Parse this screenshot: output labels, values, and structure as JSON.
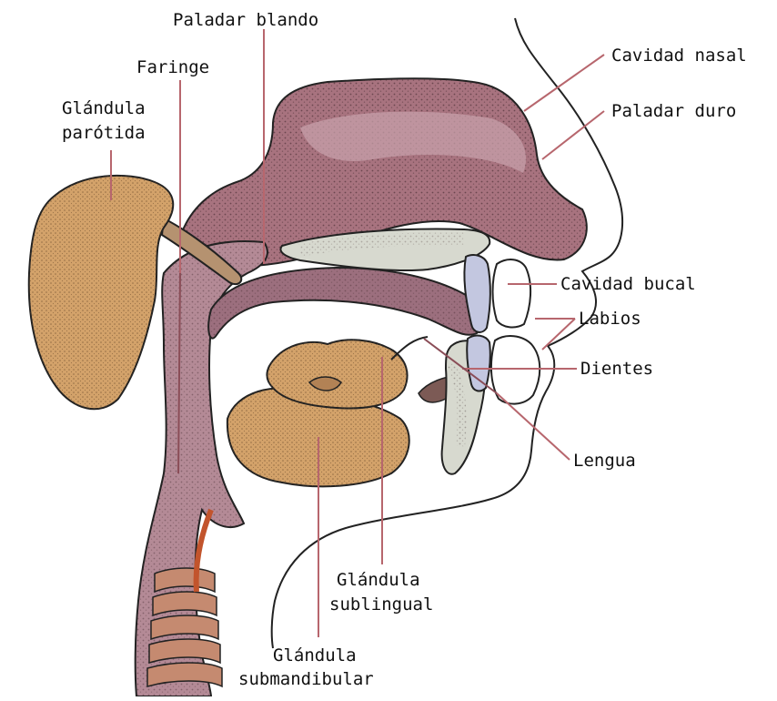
{
  "labels": {
    "paladar_blando": "Paladar blando",
    "faringe": "Faringe",
    "glandula_parotida_1": "Glándula",
    "glandula_parotida_2": "parótida",
    "cavidad_nasal": "Cavidad nasal",
    "paladar_duro": "Paladar duro",
    "cavidad_bucal": "Cavidad bucal",
    "labios": "Labios",
    "dientes": "Dientes",
    "lengua": "Lengua",
    "glandula_sublingual_1": "Glándula",
    "glandula_sublingual_2": "sublingual",
    "glandula_submandibular_1": "Glándula",
    "glandula_submandibular_2": "submandibular"
  },
  "colors": {
    "nasal_cavity": "#a8737f",
    "pharynx": "#b48a96",
    "tongue": "#9c6f7e",
    "gland": "#d3a26a",
    "bone": "#d7d9cf",
    "leader_line": "#b7666d",
    "outline": "#222222"
  }
}
